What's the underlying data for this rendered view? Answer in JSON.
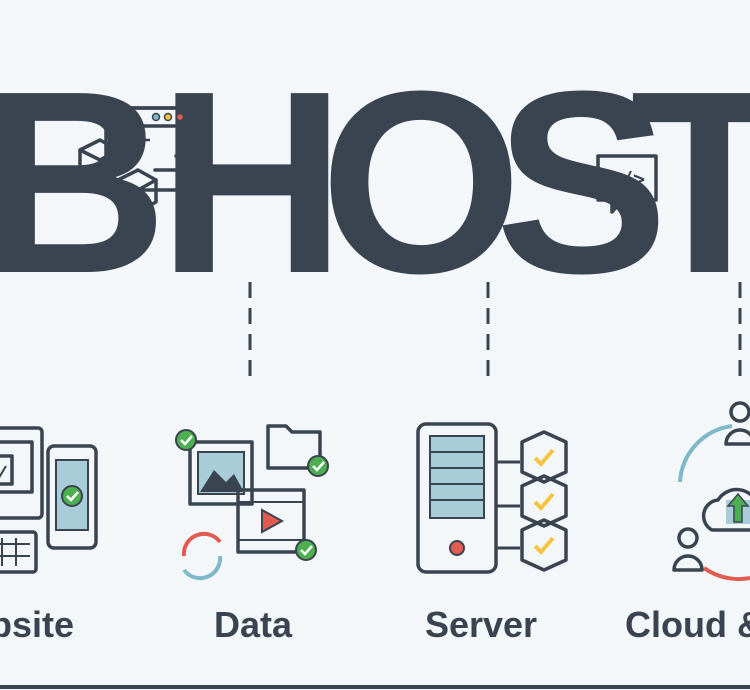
{
  "heading": {
    "letters": [
      "B",
      "H",
      "O",
      "S",
      "T"
    ]
  },
  "code_tag": "</>",
  "categories": [
    {
      "label": "bsite"
    },
    {
      "label": "Data"
    },
    {
      "label": "Server"
    },
    {
      "label": "Cloud &"
    }
  ],
  "colors": {
    "ink": "#3a4350",
    "accent_green": "#4caf50",
    "accent_blue": "#7fb8c8",
    "accent_yellow": "#f6c441",
    "accent_red": "#e25b50",
    "background": "#f4f7fa"
  }
}
